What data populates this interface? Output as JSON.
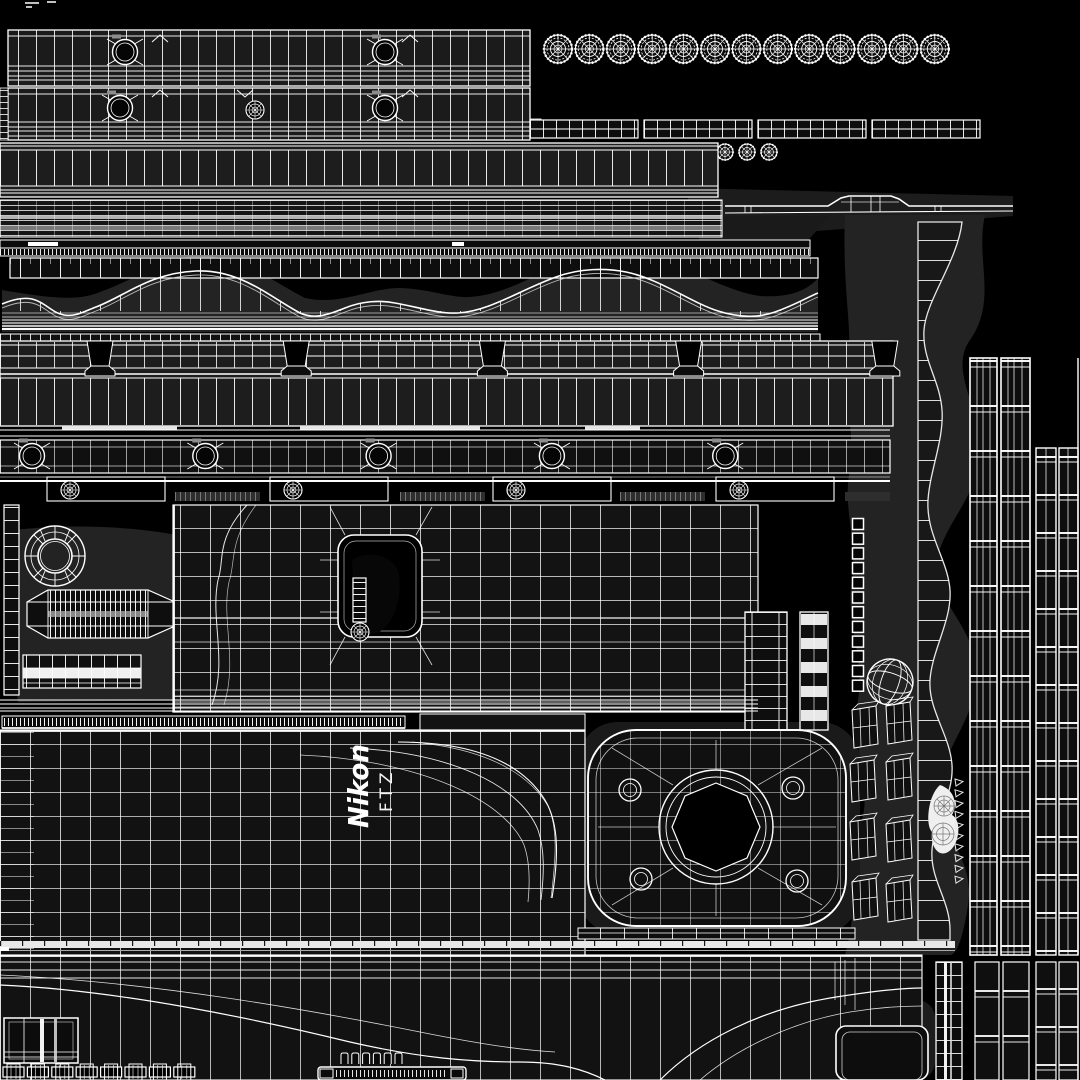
{
  "labels": {
    "brand": "Nikon",
    "model": "FTZ"
  },
  "colors": {
    "background": "#000000",
    "wire": "#f2f2f2",
    "island": "#242424",
    "island_dark": "#161616",
    "panel": "#121212",
    "highlight_blob": "#efefef"
  },
  "counts": {
    "top_gear_screws": 13,
    "small_gear_screws": 4,
    "ladder_strips_top_right": 4,
    "band_notches": 5,
    "rail_screw_posts": 5,
    "bracket_screws": 4,
    "contact_window_squares": 12,
    "flag_triangles": 10,
    "bottom_screw_heads": 8,
    "connector_teeth": 6,
    "boss_boxes": 8
  }
}
